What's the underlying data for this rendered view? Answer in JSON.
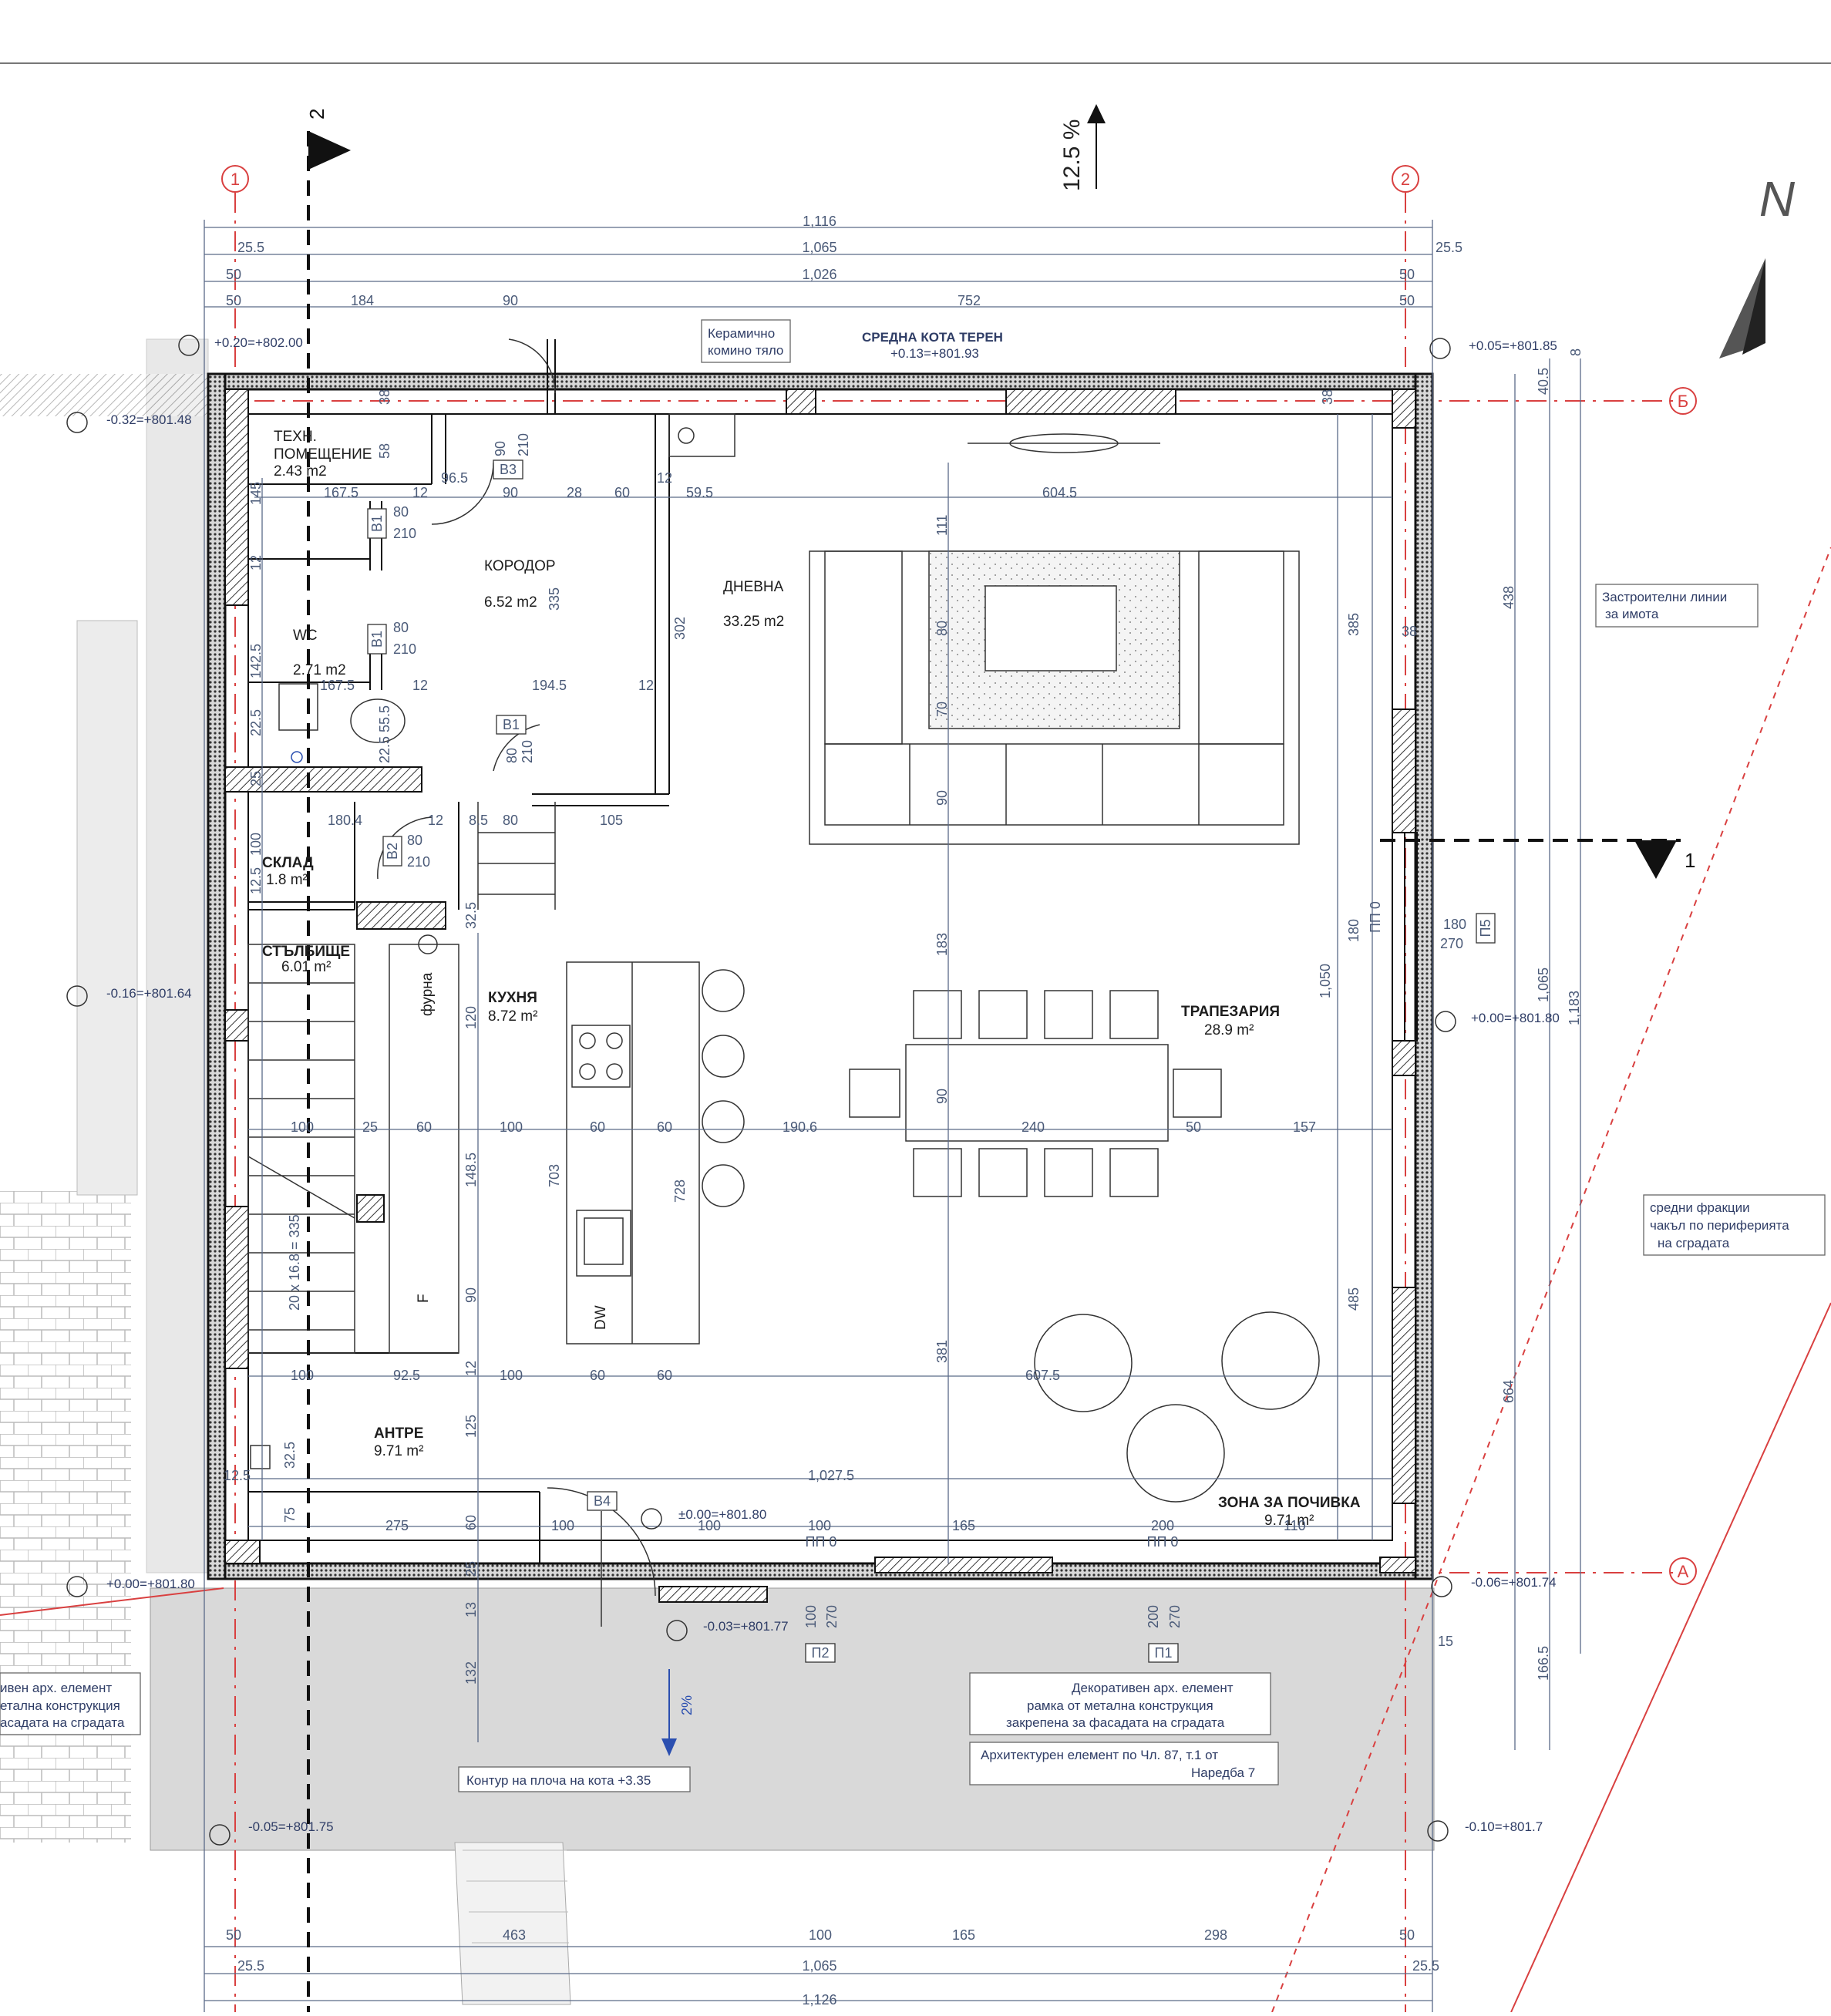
{
  "north": "N",
  "slope": "12.5 %",
  "sections": {
    "s1": "1",
    "s2": "2"
  },
  "axes": {
    "a1": "1",
    "a2": "2",
    "aA": "А",
    "aB": "Б"
  },
  "rooms": [
    {
      "name": "ТЕХН.",
      "name2": "ПОМЕЩЕНИЕ",
      "area": "2.43 m2"
    },
    {
      "name": "КОРОДОР",
      "area": "6.52 m2"
    },
    {
      "name": "WC",
      "area": "2.71 m2"
    },
    {
      "name": "ДНЕВНА",
      "area": "33.25 m2"
    },
    {
      "name": "СКЛАД",
      "area": "1.8 m²"
    },
    {
      "name": "СТЪЛБИЩЕ",
      "area": "6.01 m²"
    },
    {
      "name": "КУХНЯ",
      "area": "8.72 m²"
    },
    {
      "name": "ТРАПЕЗАРИЯ",
      "area": "28.9 m²"
    },
    {
      "name": "АНТРЕ",
      "area": "9.71 m²"
    },
    {
      "name": "ЗОНА ЗА ПОЧИВКА",
      "area": "9.71 m²"
    }
  ],
  "notes": {
    "ceramic": [
      "Керамично",
      "комино тяло"
    ],
    "terrain": [
      "СРЕДНА КОТА ТЕРЕН",
      "+0.13=+801.93"
    ],
    "build_lines": [
      "Застроителни линии",
      "за имота"
    ],
    "gravel": [
      "средни фракции",
      "чакъл по периферията",
      "на сградата"
    ],
    "deco_left": [
      "ивен арх. елемент",
      "етална конструкция",
      "асадата на сградата"
    ],
    "deco_right": [
      "Декоративен арх. елемент",
      "рамка от метална конструкция",
      "закрепена за фасадата на сградата"
    ],
    "arch": [
      "Архитектурен елемент по Чл. 87, т.1 от",
      "Наредба 7"
    ],
    "slab": "Контур на плоча на кота +3.35",
    "slope2": "2%",
    "furna": "фурна",
    "f": "F",
    "dw": "DW",
    "stairs": "20 x 16.8 = 335"
  },
  "levels": {
    "l1": "+0.20=+802.00",
    "l2": "-0.32=+801.48",
    "l3": "+0.05=+801.85",
    "l4": "-0.16=+801.64",
    "l5": "+0.00=+801.80",
    "l6": "+0.00=+801.80",
    "l7": "±0.00=+801.80",
    "l8": "-0.06=+801.74",
    "l9": "-0.03=+801.77",
    "l10": "-0.05=+801.75",
    "l11": "-0.10=+801.7"
  },
  "tags": {
    "B3": "В3",
    "B1a": "В1",
    "B1b": "В1",
    "B1c": "В1",
    "B2": "В2",
    "B4": "В4",
    "P5": "П5",
    "P2": "П2",
    "P1": "П1",
    "PP0a": "ПП 0",
    "PP0b": "ПП 0",
    "PP0c": "ПП 0"
  },
  "dims_top": {
    "d1": "1,116",
    "d2": "25.5",
    "d3": "1,065",
    "d4": "25.5",
    "d5": "50",
    "d6": "1,026",
    "d7": "50",
    "d8": "50",
    "d9": "184",
    "d10": "90",
    "d11": "752",
    "d12": "50"
  },
  "dims_bottom": {
    "b1": "50",
    "b2": "463",
    "b3": "100",
    "b4": "165",
    "b5": "298",
    "b6": "50",
    "b7": "25.5",
    "b8": "1,065",
    "b9": "25.5",
    "b10": "1,126"
  },
  "dims_right": {
    "r1": "40.5",
    "r2": "438",
    "r3": "1,065",
    "r4": "1,183",
    "r5": "664",
    "r6": "166.5",
    "r7": "8",
    "r8": "385",
    "r9": "1,050",
    "r10": "485",
    "r11": "180",
    "r12": "38",
    "r13": "38"
  },
  "dims_inner": {
    "i1": "167.5",
    "i2": "12",
    "i3": "96.5",
    "i4": "90",
    "i5": "28",
    "i6": "60",
    "i7": "59.5",
    "i8": "604.5",
    "i9": "80",
    "i10": "210",
    "i11": "90",
    "i12": "210",
    "i13": "80",
    "i14": "210",
    "i15": "167.5",
    "i16": "12",
    "i17": "194.5",
    "i18": "12",
    "i19": "180.4",
    "i20": "12",
    "i21": "8.5",
    "i22": "80",
    "i23": "105",
    "i24": "80",
    "i25": "210",
    "i26": "80",
    "i27": "210",
    "i28": "100",
    "i29": "25",
    "i30": "60",
    "i31": "100",
    "i32": "60",
    "i33": "60",
    "i34": "190.6",
    "i35": "240",
    "i36": "50",
    "i37": "157",
    "i38": "100",
    "i39": "92.5",
    "i40": "100",
    "i41": "60",
    "i42": "60",
    "i43": "607.5",
    "i44": "1,027.5",
    "i45": "275",
    "i46": "100",
    "i47": "100",
    "i48": "100",
    "i49": "165",
    "i50": "200",
    "i51": "110",
    "i52": "111",
    "i53": "80",
    "i54": "70",
    "i55": "90",
    "i56": "183",
    "i57": "90",
    "i58": "381",
    "i59": "302",
    "i60": "335",
    "i61": "703",
    "i62": "728",
    "i63": "180",
    "i64": "270",
    "i65": "100",
    "i66": "270",
    "i67": "200",
    "i68": "270",
    "i69": "132",
    "i70": "13",
    "i71": "145",
    "i72": "12",
    "i73": "142.5",
    "i74": "22.5",
    "i75": "25",
    "i76": "100",
    "i77": "12.5",
    "i78": "120",
    "i79": "148.5",
    "i80": "90",
    "i81": "12",
    "i82": "125",
    "i83": "60",
    "i84": "25",
    "i85": "75",
    "i86": "32.5",
    "i87": "12.5",
    "i88": "58",
    "i89": "38",
    "i90": "55.5",
    "i91": "22.5",
    "i92": "32.5",
    "i93": "12",
    "i94": "15"
  }
}
